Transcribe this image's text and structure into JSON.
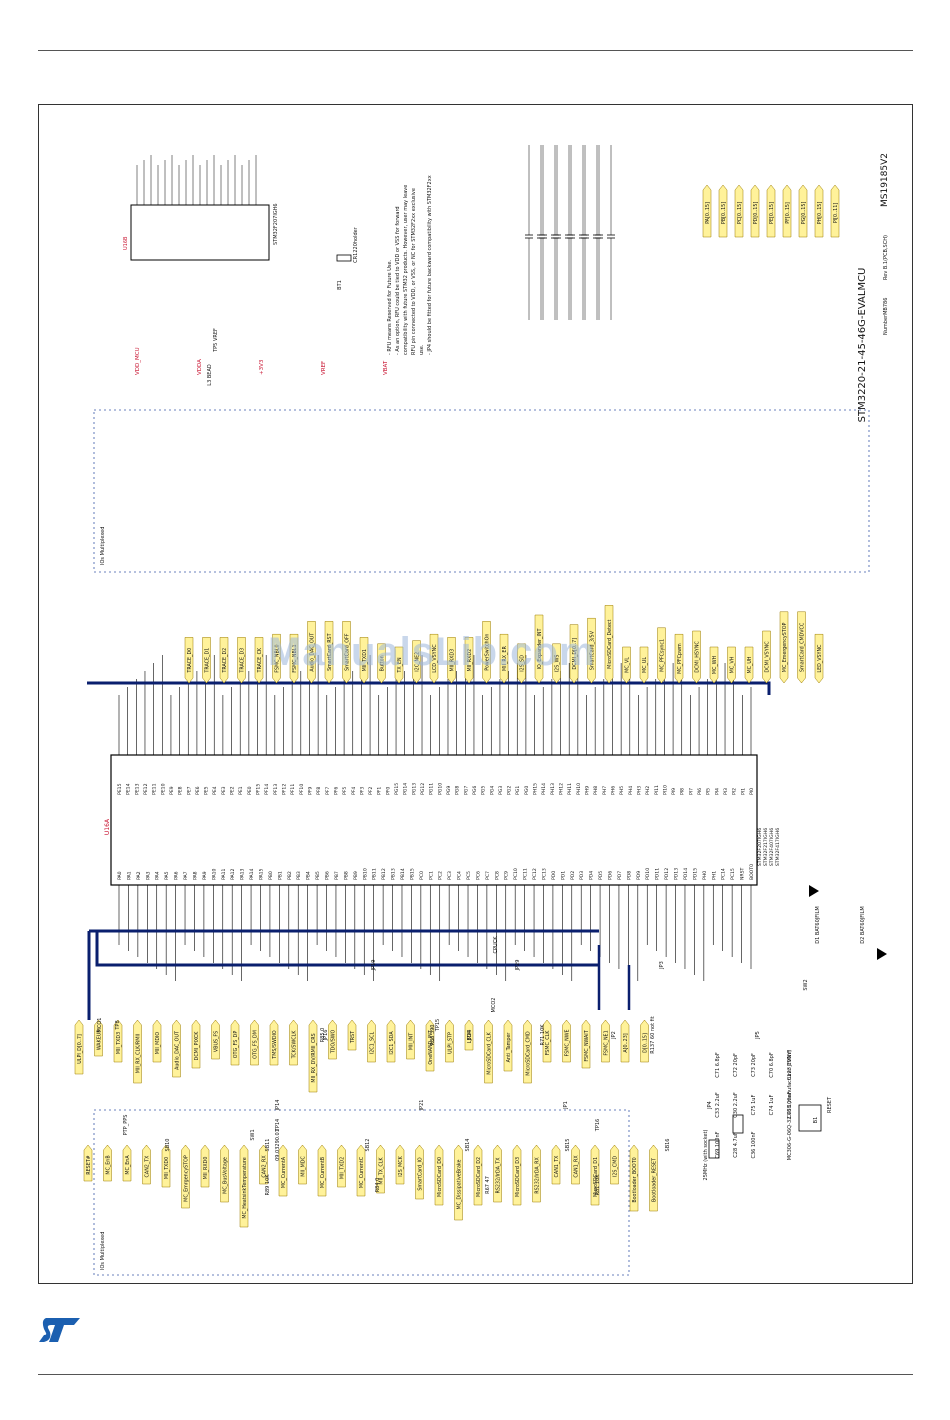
{
  "sheet": {
    "title": "STM3220-21-45-46G-EVALMCU",
    "doc_id": "MS19185V2",
    "number": "NumberMB786",
    "revision": "Rev B.1(PCB,SCH)"
  },
  "watermark": "ManualsLib.com",
  "colors": {
    "wire": "#000000",
    "bus": "#0a1f6e",
    "tag_fill": "#fff29a",
    "tag_stroke": "#9a7a00",
    "label_red": "#c8102e",
    "frame": "#333333"
  },
  "mcu": {
    "ref": "U16A",
    "power_ref": "U16B",
    "part": "STM32F207IGH6",
    "left_pins": [
      "PA0",
      "PA1",
      "PA2",
      "PA3",
      "PA4",
      "PA5",
      "PA6",
      "PA7",
      "PA8",
      "PA9",
      "PA10",
      "PA11",
      "PA12",
      "PA13",
      "PA14",
      "PA15",
      "PB0",
      "PB1",
      "PB2",
      "PB3",
      "PB4",
      "PB5",
      "PB6",
      "PB7",
      "PB8",
      "PB9",
      "PB10",
      "PB11",
      "PB12",
      "PB13",
      "PB14",
      "PB15",
      "PC0",
      "PC1",
      "PC2",
      "PC3",
      "PC4",
      "PC5",
      "PC6",
      "PC7",
      "PC8",
      "PC9",
      "PC10",
      "PC11",
      "PC12",
      "PC13",
      "PD0",
      "PD1",
      "PD2",
      "PD3",
      "PD4",
      "PD5",
      "PD6",
      "PD7",
      "PD8",
      "PD9",
      "PD10",
      "PD11",
      "PD12",
      "PD13",
      "PD14",
      "PD15",
      "PH0",
      "PH1",
      "PC14",
      "PC15",
      "NRST",
      "BOOT0"
    ],
    "right_pins": [
      "PE15",
      "PE14",
      "PE13",
      "PE12",
      "PE11",
      "PE10",
      "PE9",
      "PE8",
      "PE7",
      "PE6",
      "PE5",
      "PE4",
      "PE3",
      "PE2",
      "PE1",
      "PE0",
      "PF15",
      "PF14",
      "PF13",
      "PF12",
      "PF11",
      "PF10",
      "PF9",
      "PF8",
      "PF7",
      "PF6",
      "PF5",
      "PF4",
      "PF3",
      "PF2",
      "PF1",
      "PF0",
      "PG15",
      "PG14",
      "PG13",
      "PG12",
      "PG11",
      "PG10",
      "PG9",
      "PG8",
      "PG7",
      "PG6",
      "PG5",
      "PG4",
      "PG3",
      "PG2",
      "PG1",
      "PG0",
      "PH15",
      "PH14",
      "PH13",
      "PH12",
      "PH11",
      "PH10",
      "PH9",
      "PH8",
      "PH7",
      "PH6",
      "PH5",
      "PH4",
      "PH3",
      "PH2",
      "PI11",
      "PI10",
      "PI9",
      "PI8",
      "PI7",
      "PI6",
      "PI5",
      "PI4",
      "PI3",
      "PI2",
      "PI1",
      "PI0"
    ],
    "variants": [
      "STM32F207IGH6",
      "STM32F217IGH6",
      "STM32F407IGH6",
      "STM32F417IGH6"
    ]
  },
  "top_tags": [
    "TRACE_D0",
    "TRACE_D1",
    "TRACE_D2",
    "TRACE_D3",
    "TRACE_CK",
    "FSMC_NBL0",
    "FSMC_NBL1",
    "Audio_DAC_OUT",
    "SmartCard_RST",
    "SmartCard_OFF",
    "MII_TXD1",
    "Button",
    "TX_EN",
    "I2C_NE2",
    "LCD_VSYNC",
    "MII_RXD3",
    "MII_RXD2",
    "PowerSwitchOn",
    "MII_RX_ER",
    "I2S_SD",
    "IO_Expander_INT",
    "I2S_WS",
    "DCMI_D[0..7]",
    "SmartCard_3/5V",
    "MicroSDCard_Detect",
    "MC_VL",
    "MC_UL",
    "MC_PFCsync1",
    "MC_PFCpwm",
    "DCMI_HSYNC",
    "MC_WH",
    "MC_VH",
    "MC_UH",
    "DCMI_VSYNC",
    "MC_EmergencySTOP",
    "SmartCard_CMDVCC",
    "LED_VSYNC"
  ],
  "bottom_tags": [
    "ULPI_D[0..7]",
    "WAKEUP",
    "MII_TXD3",
    "MII_RX_CLK/RMII",
    "MII_MDIO",
    "Audio_DAC_OUT",
    "DCMI_PIXCK",
    "VBUS_FS",
    "OTG_FS_DP",
    "OTG_FS_DM",
    "TMS/SWDIO",
    "TCK/SWCLK",
    "MII_RX_DV/RMII_CRS",
    "TDO/SWO",
    "TRST",
    "I2C1_SCL",
    "I2C1_SDA",
    "MII_INT",
    "OneNAND_INT",
    "ULPI_STP",
    "LED4",
    "MicroSDCard_CLK",
    "Anti_Tamper",
    "MicroSDCard_CMD",
    "FSMC_CLK",
    "FSMC_NWE",
    "FSMC_NWAIT",
    "FSMC_NE1",
    "A[0..23]",
    "D[0..15]",
    "RESET#",
    "MC_EnB",
    "MC_EnA",
    "CAN2_TX",
    "MII_TXD0",
    "MC_EmrgencySTOP",
    "MII_RXD0",
    "MC_BusVoltage",
    "MC_HeatsinkTemperature",
    "CAN2_RX",
    "MC_CurrentA",
    "MII_MDC",
    "MC_CurrentB",
    "MII_TXD2",
    "MC_CurrentC",
    "MII_TX_CLK",
    "I2S_MCK",
    "SmartCard_IO",
    "MicroSDCard_D0",
    "MC_DissipativeBrake",
    "MicroSDCard_D2",
    "RS232/IrDA_TX",
    "MicroSDCard_D3",
    "RS232/IrDA_RX",
    "CAN1_TX",
    "CAN1_RX",
    "MicroSDCard_D1",
    "I2S_CMD",
    "Bootloader_BOOT0",
    "Bootloader_RESET"
  ],
  "right_tags": [
    "PA[0..15]",
    "PB[0..15]",
    "PC[0..15]",
    "PD[0..15]",
    "PE[0..15]",
    "PF[0..15]",
    "PG[0..15]",
    "PH[0..15]",
    "PI[0..11]"
  ],
  "power_nets": [
    "VDD_MCU",
    "VDDA",
    "+3V3",
    "VREF",
    "VBAT"
  ],
  "components": {
    "crystal_x3": "MC306-G-06Q-32.768 (manufacturer JFVNY)",
    "crystal_x4": "25MHz (with socket)",
    "battery": "BT1",
    "battery_part": "CR1220holder",
    "reset_btn": "RESET",
    "reset_btn_ref": "B1",
    "sw1": "SW1",
    "sw2": "SW2",
    "sw_part": "09.03290.01",
    "caps": [
      "C71 6.8pF",
      "C72 20pF",
      "C73 20pF",
      "C70 6.8pF",
      "C123 100nF",
      "C33 2.2uF",
      "C30 2.2uF",
      "C75 1uF",
      "C74 1uF",
      "C68 100nF",
      "C69 100nF",
      "C28 4.7uF",
      "C36 100nF"
    ],
    "resistors": [
      "R89 10K",
      "R85 0",
      "R84 0",
      "R86 390",
      "R67 47",
      "R71 10K",
      "R81 10K",
      "R137 60 not fit"
    ],
    "diodes": [
      "D1 BAT60JFILM",
      "D2 BAT60JFILM"
    ],
    "jumpers": [
      "JP14",
      "JP16",
      "JP19",
      "JP21",
      "JP24",
      "JP29",
      "JP1",
      "JP2",
      "JP3",
      "JP4",
      "JP5"
    ],
    "solder_bridges": [
      "SB10",
      "SB11",
      "SB12",
      "SB14",
      "SB15",
      "SB16"
    ],
    "test_points": [
      "TP8",
      "TP14",
      "TP15",
      "TP16"
    ],
    "tp8_label": "PTP_PPS",
    "tp15_label": "MCO2",
    "tp14_label": "MCO1",
    "tp16_label": "CPUCK",
    "ferrite": "L3 BEAD",
    "tp5": "TP5 VREF"
  },
  "notes": [
    "- RFU means Reserved for Future Use.",
    "- As an option, RFU could be tied to VDD or VSS for forward",
    "compatibility with future STM32 products. However, user may leave",
    "RFU pin connected to VDD, or VSS, or NC for STM32F2xx exclusive",
    "use.",
    "- JP4 should be fitted for future backward compatibility with STM32F2xx"
  ],
  "dashed_labels": [
    "IOs Multiplexed",
    "IOs Multiplexed"
  ]
}
